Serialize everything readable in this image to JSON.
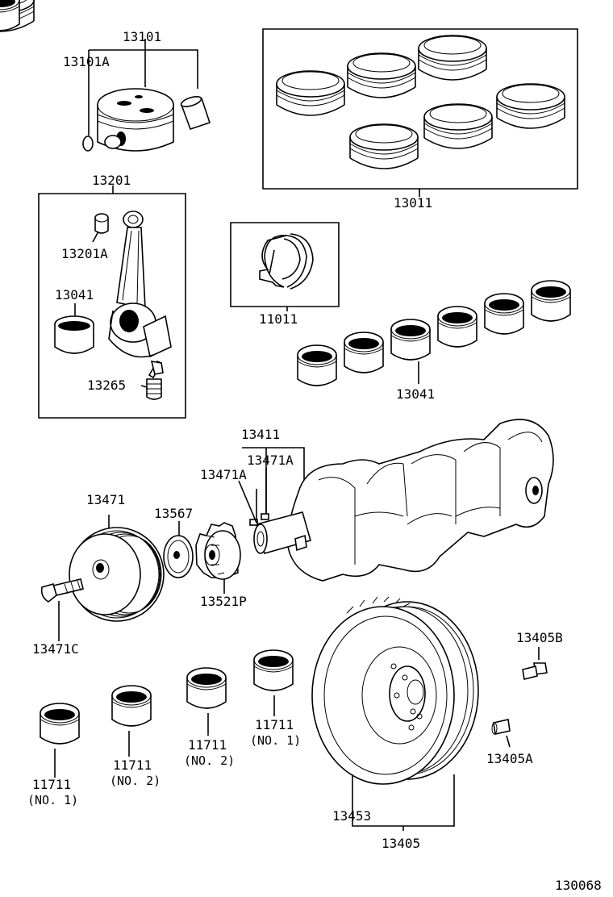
{
  "diagram_id": "130068",
  "parts": {
    "piston": {
      "number": "13101"
    },
    "snap_ring": {
      "number": "13101A"
    },
    "piston_ring_set": {
      "number": "13011"
    },
    "connecting_rod": {
      "number": "13201"
    },
    "rod_bushing": {
      "number": "13201A"
    },
    "rod_bearing_left": {
      "number": "13041"
    },
    "rod_bolt": {
      "number": "13265"
    },
    "thrust_washer": {
      "number": "11011"
    },
    "rod_bearings_right": {
      "number": "13041"
    },
    "crankshaft": {
      "number": "13411"
    },
    "crank_key_1": {
      "number": "13471A"
    },
    "crank_key_2": {
      "number": "13471A"
    },
    "pulley": {
      "number": "13471"
    },
    "pulley_bolt": {
      "number": "13471C"
    },
    "plate": {
      "number": "13567"
    },
    "timing_gear": {
      "number": "13521P"
    },
    "main_bearing_1": {
      "number": "11711",
      "note": "(NO. 1)"
    },
    "main_bearing_2": {
      "number": "11711",
      "note": "(NO. 2)"
    },
    "main_bearing_3": {
      "number": "11711",
      "note": "(NO. 2)"
    },
    "main_bearing_4": {
      "number": "11711",
      "note": "(NO. 1)"
    },
    "flywheel": {
      "number": "13453"
    },
    "flywheel_assembly": {
      "number": "13405"
    },
    "flywheel_bolt": {
      "number": "13405B"
    },
    "flywheel_pin": {
      "number": "13405A"
    }
  }
}
